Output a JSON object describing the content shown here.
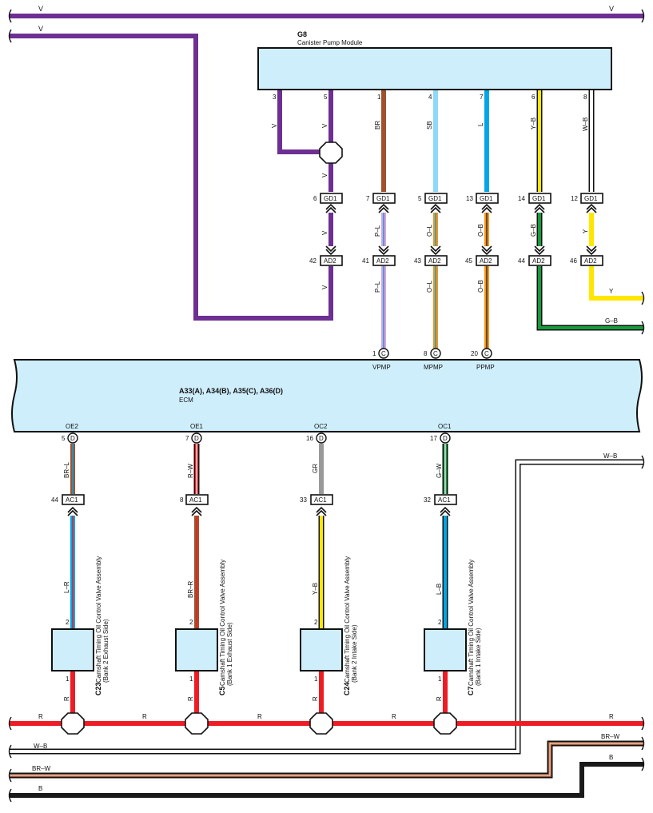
{
  "palette": {
    "violet": "#6d2f91",
    "brown": "#a0522d",
    "skyblue": "#8ed8f8",
    "blue": "#00a6e8",
    "yellow": "#ffe600",
    "green": "#159a3c",
    "orange": "#f7941d",
    "gray": "#999999",
    "red": "#ee1c25",
    "pink": "#e6a0d6",
    "black": "#1a1a1a",
    "component": "#cfeefc"
  },
  "top_bus": {
    "v1": "V",
    "v2": "V",
    "v3": "V"
  },
  "pump": {
    "code": "G8",
    "name": "Canister Pump Module",
    "pins": [
      "3",
      "5",
      "1",
      "4",
      "7",
      "6",
      "8"
    ],
    "wire_colors": {
      "v_a": "V",
      "v_b": "V",
      "v_c": "V",
      "br": "BR",
      "sb": "SB",
      "l": "L",
      "yb": "Y–B",
      "wb": "W–B"
    }
  },
  "gd1": {
    "label": "GD1",
    "pins": [
      "6",
      "7",
      "5",
      "13",
      "14",
      "12"
    ]
  },
  "ad2": {
    "label": "AD2",
    "pins": [
      "42",
      "41",
      "43",
      "45",
      "44",
      "46"
    ]
  },
  "mid_wires": {
    "v1": "V",
    "pl1": "P–L",
    "ol1": "O–L",
    "ob1": "O–B",
    "gb": "G–B",
    "y1": "Y",
    "v2": "V",
    "pl2": "P–L",
    "ol2": "O–L",
    "ob2": "O–B"
  },
  "right_outputs": {
    "y": "Y",
    "gb": "G–B"
  },
  "ecm": {
    "codes": "A33(A), A34(B), A35(C), A36(D)",
    "name": "ECM",
    "top_terms": [
      {
        "pin": "1",
        "letter": "C",
        "name": "VPMP"
      },
      {
        "pin": "8",
        "letter": "C",
        "name": "MPMP"
      },
      {
        "pin": "20",
        "letter": "C",
        "name": "PPMP"
      }
    ],
    "bottom_terms": [
      {
        "pin": "5",
        "letter": "D",
        "name": "OE2"
      },
      {
        "pin": "7",
        "letter": "D",
        "name": "OE1"
      },
      {
        "pin": "16",
        "letter": "D",
        "name": "OC2"
      },
      {
        "pin": "17",
        "letter": "D",
        "name": "OC1"
      }
    ]
  },
  "ac1": {
    "label": "AC1",
    "pins": [
      "44",
      "8",
      "33",
      "32"
    ]
  },
  "valve_wires": {
    "top": [
      "BR–L",
      "R–W",
      "GR",
      "G–W"
    ],
    "bottom": [
      "L–R",
      "BR–R",
      "Y–B",
      "L–B"
    ],
    "ground": [
      "R",
      "R",
      "R",
      "R"
    ]
  },
  "valves": [
    {
      "code": "C23",
      "title": "Camshaft Timing Oil Control Valve Assembly",
      "sub": "(Bank 2 Exhaust Side)",
      "pin_top": "2",
      "pin_bottom": "1"
    },
    {
      "code": "C5",
      "title": "Camshaft Timing Oil Control Valve Assembly",
      "sub": "(Bank 1 Exhaust Side)",
      "pin_top": "2",
      "pin_bottom": "1"
    },
    {
      "code": "C24",
      "title": "Camshaft Timing Oil Control Valve Assembly",
      "sub": "(Bank 2 Intake Side)",
      "pin_top": "2",
      "pin_bottom": "1"
    },
    {
      "code": "C7",
      "title": "Camshaft Timing Oil Control Valve Assembly",
      "sub": "(Bank 1 Intake Side)",
      "pin_top": "2",
      "pin_bottom": "1"
    }
  ],
  "bottom_bus": {
    "r": [
      "R",
      "R",
      "R",
      "R",
      "R"
    ],
    "wb_left": "W–B",
    "wb_right": "W–B",
    "brw_left": "BR–W",
    "brw_right": "BR–W",
    "b_left": "B",
    "b_right": "B"
  }
}
